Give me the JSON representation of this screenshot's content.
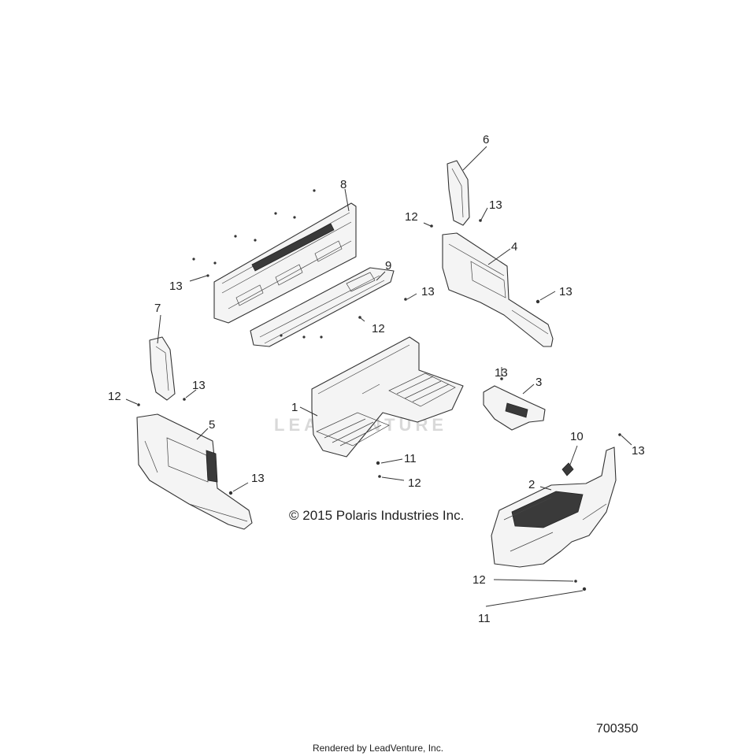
{
  "copyright": "© 2015 Polaris Industries Inc.",
  "diagram_id": "700350",
  "rendered_by": "Rendered by LeadVenture, Inc.",
  "watermark": "LEADVENTURE",
  "callouts": [
    {
      "id": "c8",
      "text": "8"
    },
    {
      "id": "c6",
      "text": "6"
    },
    {
      "id": "c12a",
      "text": "12"
    },
    {
      "id": "c13a",
      "text": "13"
    },
    {
      "id": "c9",
      "text": "9"
    },
    {
      "id": "c4",
      "text": "4"
    },
    {
      "id": "c13b",
      "text": "13"
    },
    {
      "id": "c13c",
      "text": "13"
    },
    {
      "id": "c13d",
      "text": "13"
    },
    {
      "id": "c7",
      "text": "7"
    },
    {
      "id": "c12b",
      "text": "12"
    },
    {
      "id": "c13e",
      "text": "13"
    },
    {
      "id": "c3",
      "text": "3"
    },
    {
      "id": "c13f",
      "text": "13"
    },
    {
      "id": "c12c",
      "text": "12"
    },
    {
      "id": "c1",
      "text": "1"
    },
    {
      "id": "c5",
      "text": "5"
    },
    {
      "id": "c10",
      "text": "10"
    },
    {
      "id": "c13g",
      "text": "13"
    },
    {
      "id": "c11a",
      "text": "11"
    },
    {
      "id": "c12d",
      "text": "12"
    },
    {
      "id": "c13h",
      "text": "13"
    },
    {
      "id": "c2",
      "text": "2"
    },
    {
      "id": "c12e",
      "text": "12"
    },
    {
      "id": "c11b",
      "text": "11"
    }
  ]
}
